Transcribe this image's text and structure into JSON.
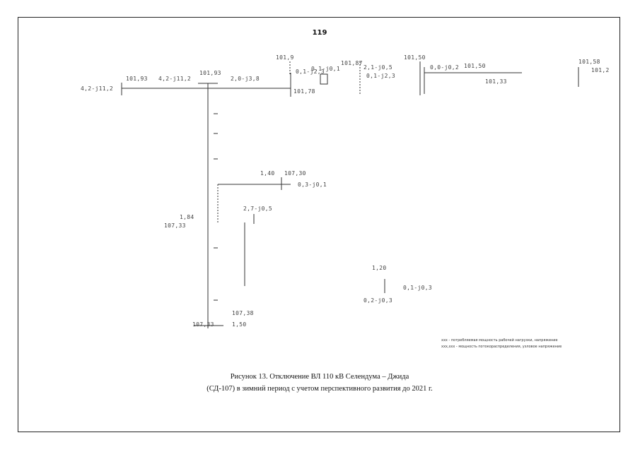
{
  "page_number": "119",
  "caption": {
    "line1": "Рисунок 13. Отключение ВЛ 110 кВ Селендума –  Джида",
    "line2": "(СД-107) в зимний период с учетом перспективного развития до 2021 г."
  },
  "legend": {
    "line1": "ххх - потребляемая мощность рабочей нагрузки, напряжение",
    "line2": "ххх,ххх - мощность потокораспределения, узловое напряжение"
  },
  "scheme_labels": [
    "101,9",
    "101,93",
    "4,2-j11,2",
    "4,2-j11,2",
    "101,93",
    "2,0-j3,8",
    "101,78",
    "0,1-j2,3",
    "0,1-j2,3",
    "101,87",
    "101,50",
    "101,50",
    "2,1-j0,5",
    "0,0-j0,2",
    "101,33",
    "101,58",
    "0,1-j0,1",
    "101,2",
    "107,30",
    "0,3-j0,1",
    "1,40",
    "107,33",
    "2,7-j0,5",
    "1,84",
    "107,38",
    "107,33",
    "1,20",
    "0,1-j0,3",
    "0,2-j0,3",
    "1,50"
  ],
  "colors": {
    "line": "#333333",
    "text": "#444444"
  }
}
